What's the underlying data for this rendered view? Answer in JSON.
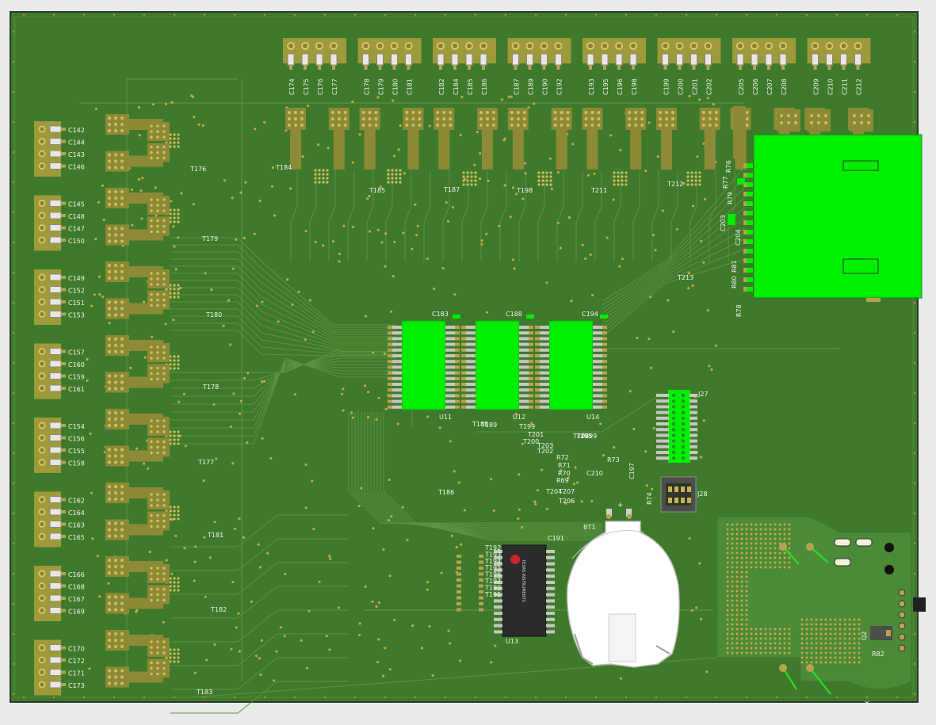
{
  "board": {
    "colors": {
      "pcb": "#3f7a2c",
      "pcb_dark": "#356b24",
      "trace": "#5a9440",
      "pad": "#b9a24e",
      "chip": "#00ee00",
      "silk": "#f2f4ee",
      "edge": "#2a3d2a",
      "background": "#e9ebe9",
      "ic_body": "#2c2c2c",
      "battery": "#ffffff"
    },
    "top_caps": [
      [
        "C174",
        "C175",
        "C176",
        "C177"
      ],
      [
        "C178",
        "C179",
        "C180",
        "C181"
      ],
      [
        "C182",
        "C184",
        "C185",
        "C186"
      ],
      [
        "C187",
        "C189",
        "C190",
        "C192"
      ],
      [
        "C193",
        "C195",
        "C196",
        "C198"
      ],
      [
        "C199",
        "C200",
        "C201",
        "C202"
      ],
      [
        "C205",
        "C206",
        "C207",
        "C208"
      ],
      [
        "C209",
        "C210",
        "C211",
        "C212"
      ]
    ],
    "left_caps": [
      [
        "C142",
        "C144",
        "C143",
        "C146"
      ],
      [
        "C145",
        "C148",
        "C147",
        "C150"
      ],
      [
        "C149",
        "C152",
        "C151",
        "C153"
      ],
      [
        "C157",
        "C160",
        "C159",
        "C161"
      ],
      [
        "C154",
        "C156",
        "C155",
        "C158"
      ],
      [
        "C162",
        "C164",
        "C163",
        "C165"
      ],
      [
        "C166",
        "C168",
        "C167",
        "C169"
      ],
      [
        "C170",
        "C172",
        "C171",
        "C173"
      ]
    ],
    "transformers_left": [
      "T176",
      "T179",
      "T180",
      "T178",
      "T177",
      "T181",
      "T182",
      "T183"
    ],
    "transformers_top": [
      "T184",
      "T185",
      "T187",
      "T198",
      "T211",
      "T212",
      "T213"
    ],
    "transformers_mid": [
      "T186",
      "T188",
      "T189",
      "T199",
      "T200",
      "T201",
      "T202",
      "T203",
      "T204",
      "T205",
      "T206",
      "T207",
      "T208",
      "T209"
    ],
    "chips": [
      {
        "ref": "U11",
        "cap": "C183"
      },
      {
        "ref": "U12",
        "cap": "C188"
      },
      {
        "ref": "U14",
        "cap": "C194"
      }
    ],
    "connectors": {
      "j27": "J27",
      "j28": "J28"
    },
    "resistors_mid": [
      "R72",
      "R71",
      "R70",
      "R69",
      "R73",
      "R74"
    ],
    "mid_caps": [
      "C197",
      "C210"
    ],
    "right_parts": [
      "R76",
      "R77",
      "R79",
      "C203",
      "C204",
      "R81",
      "R80",
      "R78"
    ],
    "u13": {
      "ref": "U13",
      "cap": "C191",
      "logo": "TEXAS INSTRUMENTS"
    },
    "t_column": [
      "T192",
      "T193",
      "T194",
      "T195",
      "T196",
      "T197",
      "T190",
      "T191"
    ],
    "battery": {
      "ref": "BT1",
      "polarity": "+"
    },
    "bottom_right": {
      "r82": "R82",
      "q2": "Q2"
    },
    "marker": "×"
  }
}
